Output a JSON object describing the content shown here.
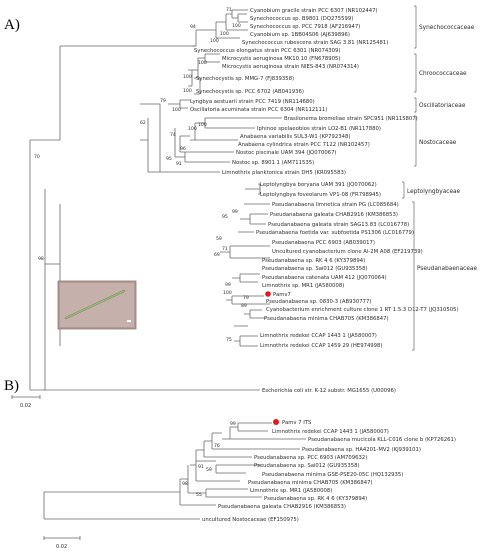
{
  "panel_a": {
    "label": "A)",
    "leaves": [
      "Cyanobium gracile strain PCC 6307 (NR102447)",
      "Synechococcus sp. B9801 (DQ275599)",
      "Synechococcus sp. PCC 7918 (AF216947)",
      "Cyanobium sp. 1BB04S06 (AJ639896)",
      "Synechococcus rubescens strain SAG 3.81 (NR125481)",
      "Synechococcus elongatus strain PCC 6301 (NR074309)",
      "Microcystis aeruginosa MK10.10 (FN678905)",
      "Microcystis aeruginosa strain NIES-843 (NR074314)",
      "Synechocystis sp. MMG-7 (FJ839358)",
      "Synechocystis sp. PCC 6702 (AB041936)",
      "Lyngbya aestuarii strain PCC 7419 (NR114680)",
      "Oscillatoria acuminata strain PCC 6304 (NR112111)",
      "Brasilonema bromeliae strain SPC951 (NR115807)",
      "Iphinoe spelaeobios strain LO2-B1 (NR117880)",
      "Anabaena variabilis SUL3-W1 (KP792348)",
      "Anabaena cylindrica strain PCC 7122 (NR102457)",
      "Nostoc piscinale UAM 394 (JQ070067)",
      "Nostoc sp. 8901 1 (AM711535)",
      "Limnothrix planktonica strain DH5 (KR095583)",
      "Leptolyngbya boryana UAM 391 (JQ070062)",
      "Leptolyngbya foveolarum VP1-08 (FR798945)",
      "Pseudanabaena limnetica strain PG (LC085684)",
      "Pseudanabaena galeata CHAB2916 (KM386853)",
      "Pseudanabaena galeata strain SAG13.83 (LC016778)",
      "Pseudanabaena foetida var. subfoetida PS1306 (LC016779)",
      "Pseudanabaena PCC 6903 (AB039017)",
      "Uncultured cyanobacterium clone Al-2M A08 (EF219739)",
      "Pseudanabaena sp. RK 4 6 (KY379894)",
      "Pseudanabaena sp. Sai012 (GU935358)",
      "Pseudanabaena catenata UAM 412 (JQ070064)",
      "Limnothrix sp. MR1 (JA580008)",
      "Pamv7",
      "Pseudanabaena sp. 0830-3 (AB930777)",
      "Cyanobacterium enrichment culture clone 1 RT 1.5.3 D12-T7 (JQ310505)",
      "Pseudanabaena minima CHAB705 (KM386847)",
      "Limnothrix redekei CCAP 1443 1 (JA580007)",
      "Limnothrix redekei CCAP 1459 29 (HE974998)",
      "Escherichia coli str. K-12 substr. MG1655 (U00096)"
    ],
    "bootstrap": [
      "71",
      "100",
      "100",
      "100",
      "94",
      "100",
      "100",
      "100",
      "79",
      "100",
      "100",
      "62",
      "100",
      "74",
      "96",
      "95",
      "91",
      "70",
      "98",
      "99",
      "95",
      "59",
      "71",
      "69",
      "99",
      "100",
      "79",
      "89",
      "75"
    ],
    "families": [
      "Synechococcaceae",
      "Chroococcaceae",
      "Oscillatoriaceae",
      "Nostocaceae",
      "Leptolyngbyaceae",
      "Pseudanabaenaceae"
    ],
    "scale": "0.02"
  },
  "panel_b": {
    "label": "B)",
    "leaves": [
      "Pamv 7 ITS",
      "Limnothrix redekei CCAP 1443 1 (JA580007)",
      "Pseudanabaena mucicola KLL-C016 clone b (KP726261)",
      "Pseudanabaena sp. HA4201-MV2 (KJ939101)",
      "Pseudanabaena sp. PCC 6903 (AM709632)",
      "Pseudanabaena sp. Sai012 (GU935358)",
      "Pseudanabaena minima GSE-PSE20-05C (HQ132935)",
      "Pseudanabaena minima CHAB705 (KM386847)",
      "Limnothrix sp. MR1 (JA580008)",
      "Pseudanabaena sp. RK 4 6 (KY379894)",
      "Pseudanabaena galeata CHAB2916 (KM386853)",
      "uncultured Nostocaceae (EF150975)"
    ],
    "bootstrap": [
      "99",
      "76",
      "91",
      "59",
      "98",
      "55"
    ],
    "scale": "0.02"
  },
  "colors": {
    "highlight": "#e8141c",
    "branch": "#6a6a6a",
    "text": "#2b2b2b"
  },
  "photo_icon": "filament-micrograph-icon"
}
